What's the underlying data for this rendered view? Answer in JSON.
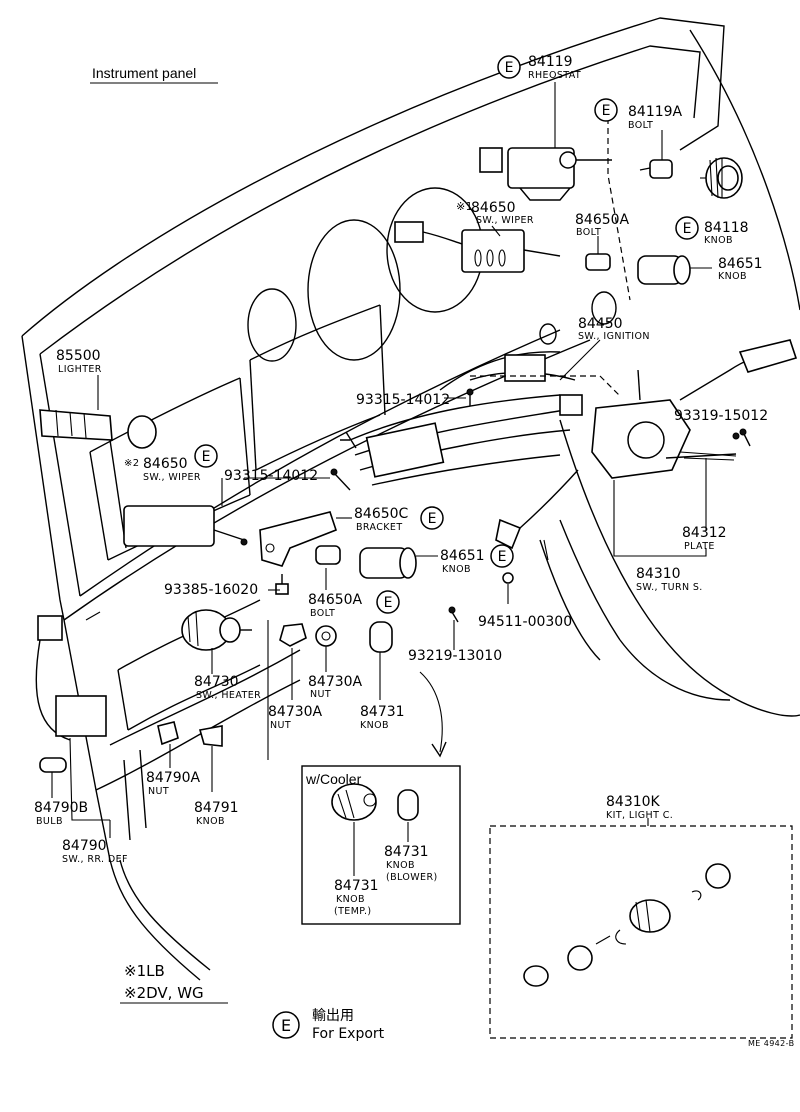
{
  "header": {
    "title": "Instrument panel"
  },
  "export_mark": "E",
  "parts": {
    "p84119": {
      "num": "84119",
      "name": "RHEOSTAT"
    },
    "p84119A": {
      "num": "84119A",
      "name": "BOLT"
    },
    "p84118": {
      "num": "84118",
      "name": "KNOB"
    },
    "p84650_1": {
      "mark": "※1",
      "num": "84650",
      "name": "SW., WIPER"
    },
    "p84650A_top": {
      "num": "84650A",
      "name": "BOLT"
    },
    "p84651_top": {
      "num": "84651",
      "name": "KNOB"
    },
    "p84450": {
      "num": "84450",
      "name": "SW., IGNITION"
    },
    "p85500": {
      "num": "85500",
      "name": "LIGHTER"
    },
    "p93315_a": {
      "num": "93315-14012"
    },
    "p93319": {
      "num": "93319-15012"
    },
    "p84650_2": {
      "mark": "※2",
      "num": "84650",
      "name": "SW., WIPER"
    },
    "p93315_b": {
      "num": "93315-14012"
    },
    "p84650C": {
      "num": "84650C",
      "name": "BRACKET"
    },
    "p84651_mid": {
      "num": "84651",
      "name": "KNOB"
    },
    "p84312": {
      "num": "84312",
      "name": "PLATE"
    },
    "p84310": {
      "num": "84310",
      "name": "SW., TURN S."
    },
    "p93385": {
      "num": "93385-16020"
    },
    "p84650A_mid": {
      "num": "84650A",
      "name": "BOLT"
    },
    "p94511": {
      "num": "94511-00300"
    },
    "p93219": {
      "num": "93219-13010"
    },
    "p84730": {
      "num": "84730",
      "name": "SW., HEATER"
    },
    "p84730A_a": {
      "num": "84730A",
      "name": "NUT"
    },
    "p84730A_b": {
      "num": "84730A",
      "name": "NUT"
    },
    "p84731": {
      "num": "84731",
      "name": "KNOB"
    },
    "p84790A": {
      "num": "84790A",
      "name": "NUT"
    },
    "p84791": {
      "num": "84791",
      "name": "KNOB"
    },
    "p84790B": {
      "num": "84790B",
      "name": "BULB"
    },
    "p84790": {
      "num": "84790",
      "name": "SW., RR. DEF"
    },
    "p84731_blower": {
      "num": "84731",
      "name": "KNOB",
      "sub": "(BLOWER)"
    },
    "p84731_temp": {
      "num": "84731",
      "name": "KNOB",
      "sub": "(TEMP.)"
    },
    "p84310K": {
      "num": "84310K",
      "name": "KIT, LIGHT C."
    }
  },
  "cooler_box": {
    "title": "w/Cooler"
  },
  "notes": {
    "n1": "※1LB",
    "n2": "※2DV, WG"
  },
  "legend": {
    "jp": "輸出用",
    "en": "For  Export"
  },
  "ref_code": "ME 4942-B"
}
